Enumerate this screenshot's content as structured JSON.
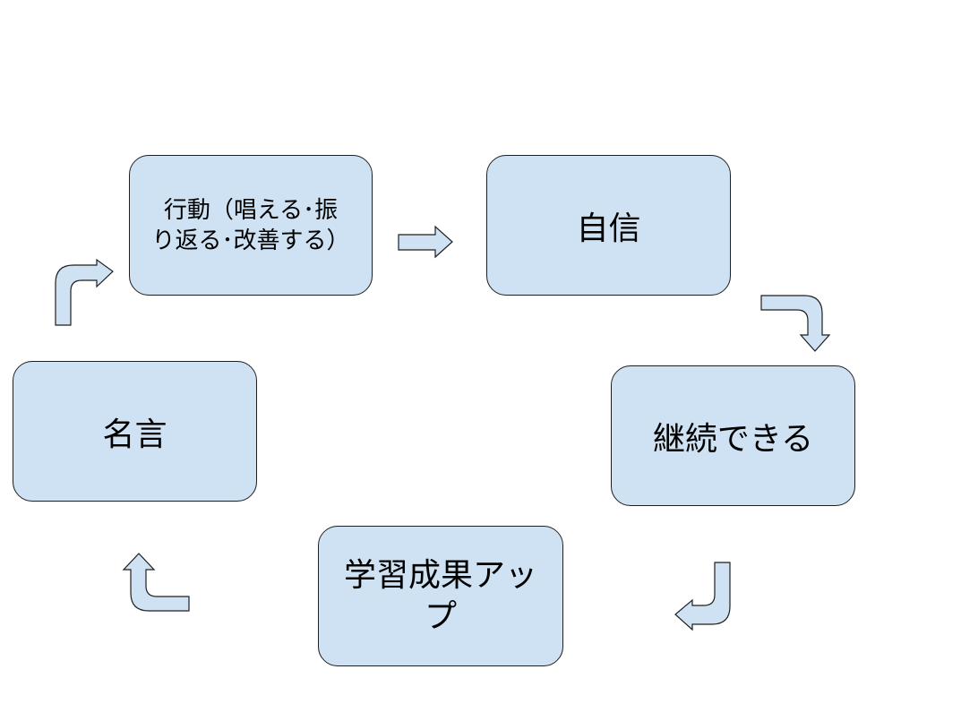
{
  "diagram": {
    "nodes": [
      {
        "id": "action",
        "label": "行動（唱える･振\nり返る･改善する）"
      },
      {
        "id": "confidence",
        "label": "自信"
      },
      {
        "id": "continue",
        "label": "継続できる"
      },
      {
        "id": "results",
        "label": "学習成果アッ\nプ"
      },
      {
        "id": "quote",
        "label": "名言"
      }
    ],
    "edges": [
      {
        "from": "action",
        "to": "confidence"
      },
      {
        "from": "confidence",
        "to": "continue"
      },
      {
        "from": "continue",
        "to": "results"
      },
      {
        "from": "results",
        "to": "quote"
      },
      {
        "from": "quote",
        "to": "action"
      }
    ],
    "colors": {
      "node_fill": "#cfe2f3",
      "outline": "#1f1f1f"
    }
  }
}
